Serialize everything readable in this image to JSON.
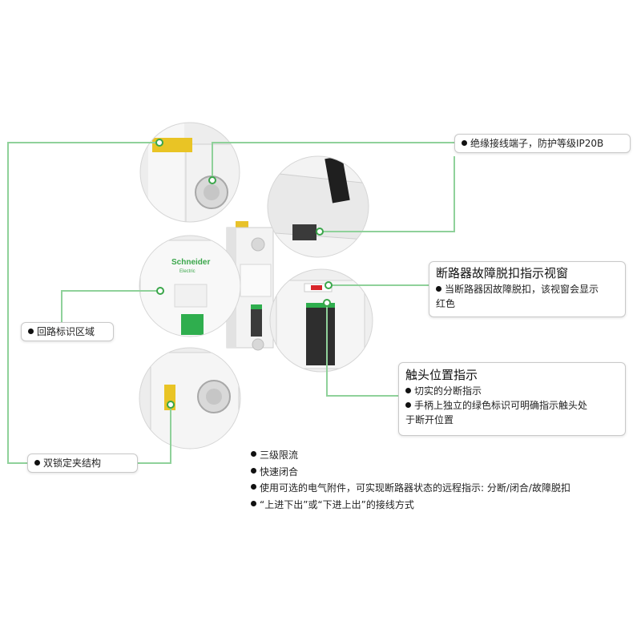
{
  "brand": {
    "logo": "Schneider",
    "sub": "Electric"
  },
  "callouts": {
    "terminal": {
      "text": "绝缘接线端子，防护等级IP20B"
    },
    "window": {
      "title": "断路器故障脱扣指示视窗",
      "line1": "当断路器因故障脱扣，该视窗会显示",
      "line2": "红色"
    },
    "contact": {
      "title": "触头位置指示",
      "item1": "切实的分断指示",
      "item2_line1": "手柄上独立的绿色标识可明确指示触头处",
      "item2_line2": "于断开位置"
    },
    "circuit": {
      "text": "回路标识区域"
    },
    "clamp": {
      "text": "双锁定夹结构"
    }
  },
  "features": [
    "三级限流",
    "快速闭合",
    "使用可选的电气附件，可实现断路器状态的远程指示: 分断/闭合/故障脱扣",
    "“上进下出”或“下进上出”的接线方式"
  ],
  "colors": {
    "leader": "#8fd19a",
    "marker": "#3aa64a",
    "green_label": "#2fae4e",
    "clip": "#f2c318",
    "window_red": "#d8262b"
  }
}
